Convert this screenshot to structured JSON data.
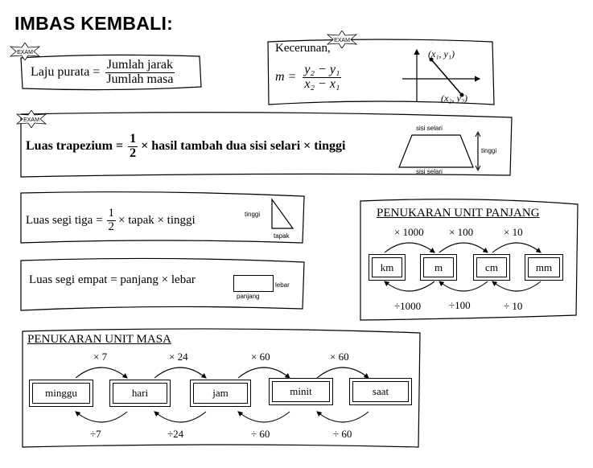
{
  "heading": "IMBAS KEMBALI:",
  "exam_badge": "EXAM",
  "speed": {
    "lhs": "Laju purata =",
    "num": "Jumlah jarak",
    "den": "Jumlah masa"
  },
  "gradient": {
    "title": "Kecerunan,",
    "lhs": "m =",
    "num": "y₂ − y₁",
    "den": "x₂ − x₁",
    "p1": "(x₁, y₁)",
    "p2": "(x₂, y₂)"
  },
  "trapezium": {
    "prefix": "Luas trapezium =",
    "half_num": "1",
    "half_den": "2",
    "suffix": "× hasil tambah dua sisi selari × tinggi",
    "top_label": "sisi selari",
    "bottom_label": "sisi selari",
    "height_label": "tinggi"
  },
  "triangle": {
    "prefix": "Luas segi tiga =",
    "half_num": "1",
    "half_den": "2",
    "suffix": "× tapak × tinggi",
    "height_label": "tinggi",
    "base_label": "tapak"
  },
  "rectangle": {
    "formula": "Luas segi empat = panjang × lebar",
    "width_label": "lebar",
    "length_label": "panjang"
  },
  "length_units": {
    "title": "PENUKARAN UNIT PANJANG",
    "units": [
      "km",
      "m",
      "cm",
      "mm"
    ],
    "multipliers": [
      "× 1000",
      "× 100",
      "× 10"
    ],
    "divisors": [
      "÷1000",
      "÷100",
      "÷ 10"
    ]
  },
  "mass_units": {
    "title": "PENUKARAN UNIT MASA",
    "units": [
      "minggu",
      "hari",
      "jam",
      "minit",
      "saat"
    ],
    "multipliers": [
      "× 7",
      "× 24",
      "× 60",
      "× 60"
    ],
    "divisors": [
      "÷7",
      "÷24",
      "÷ 60",
      "÷ 60"
    ]
  }
}
